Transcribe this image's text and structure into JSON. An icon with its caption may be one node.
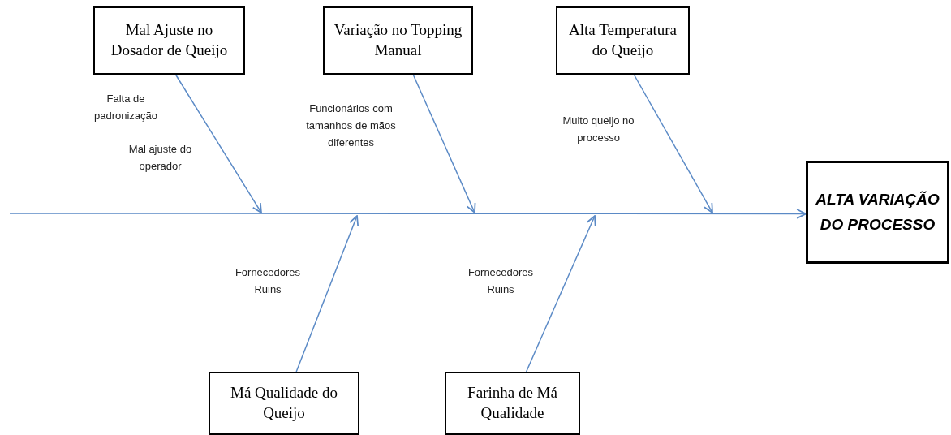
{
  "diagram": {
    "nodes": [
      {
        "text": [
          "Mal Ajuste no Dosador de Queijo"
        ]
      },
      {
        "text": [
          "Variação no Topping Manual"
        ]
      },
      {
        "text": [
          "Alta Temperatura do Queijo"
        ]
      },
      {
        "text": [
          "ALTA VARIAÇÃO DO PROCESSO"
        ]
      },
      {
        "text": [
          "Má Qualidade do Queijo"
        ]
      },
      {
        "text": [
          "Farinha de Má Qualidade"
        ]
      }
    ],
    "edges": [
      {
        "from": null,
        "to": 3,
        "arrow": "to"
      },
      {
        "from": 0,
        "to": null,
        "arrow": "to"
      },
      {
        "from": 1,
        "to": null,
        "arrow": "to"
      },
      {
        "from": 2,
        "to": null,
        "arrow": "to"
      },
      {
        "from": 4,
        "to": null,
        "arrow": "to"
      },
      {
        "from": 5,
        "to": null,
        "arrow": "to"
      }
    ],
    "labels": [
      "Falta de padronização",
      "Mal ajuste do operador",
      "Funcionários com tamanhos de mãos diferentes",
      "Muito queijo no processo",
      "Fornecedores Ruins",
      "Fornecedores Ruins"
    ]
  }
}
